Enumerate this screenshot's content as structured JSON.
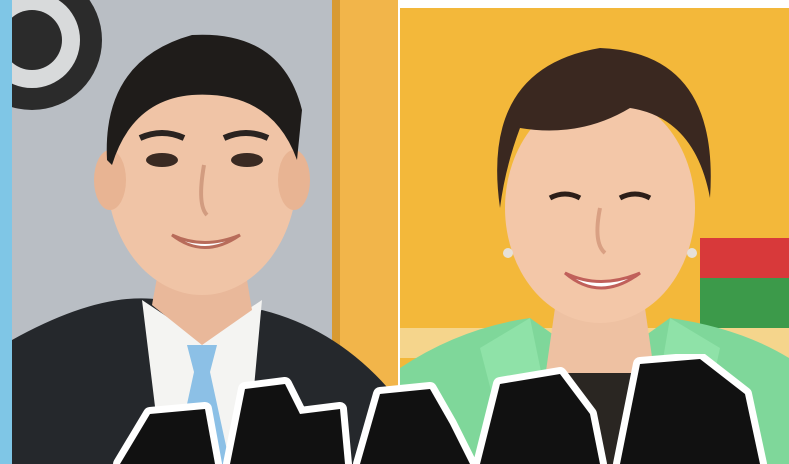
{
  "image": {
    "description_colors": {
      "left_background": "#b9bec4",
      "left_accent": "#f2b54a",
      "right_background": "#f3b83a",
      "jacket_green": "#7fd79a",
      "strip_blue": "#7fc6e6"
    },
    "subjects": [
      {
        "name": "man-portrait",
        "suit": "dark-pinstripe",
        "tie": "light-blue"
      },
      {
        "name": "woman-portrait",
        "jacket": "mint-green"
      }
    ]
  }
}
